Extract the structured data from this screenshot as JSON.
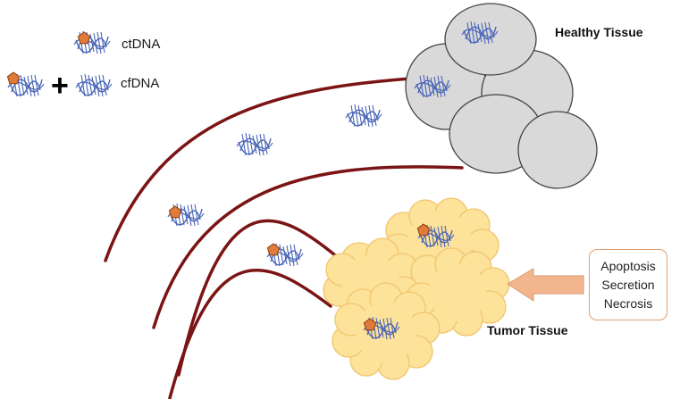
{
  "legend": {
    "ctdna_label": "ctDNA",
    "cfdna_label": "cfDNA",
    "plus_symbol": "+"
  },
  "healthy_tissue": {
    "label": "Healthy Tissue",
    "color": "#d9d9d9"
  },
  "tumor_tissue": {
    "label": "Tumor Tissue",
    "color": "#fde29a"
  },
  "release_processes": [
    "Apoptosis",
    "Secretion",
    "Necrosis"
  ],
  "colors": {
    "vessel": "#7b1414",
    "dna_strand": "#4a66b8",
    "mutation_marker": "#e07b39",
    "arrow": "#f2b58e",
    "box_border": "#e0a070"
  },
  "icons": {
    "dna": "dna-helix-icon",
    "mutation": "mutation-pentagon-icon",
    "arrow": "left-arrow-icon"
  }
}
